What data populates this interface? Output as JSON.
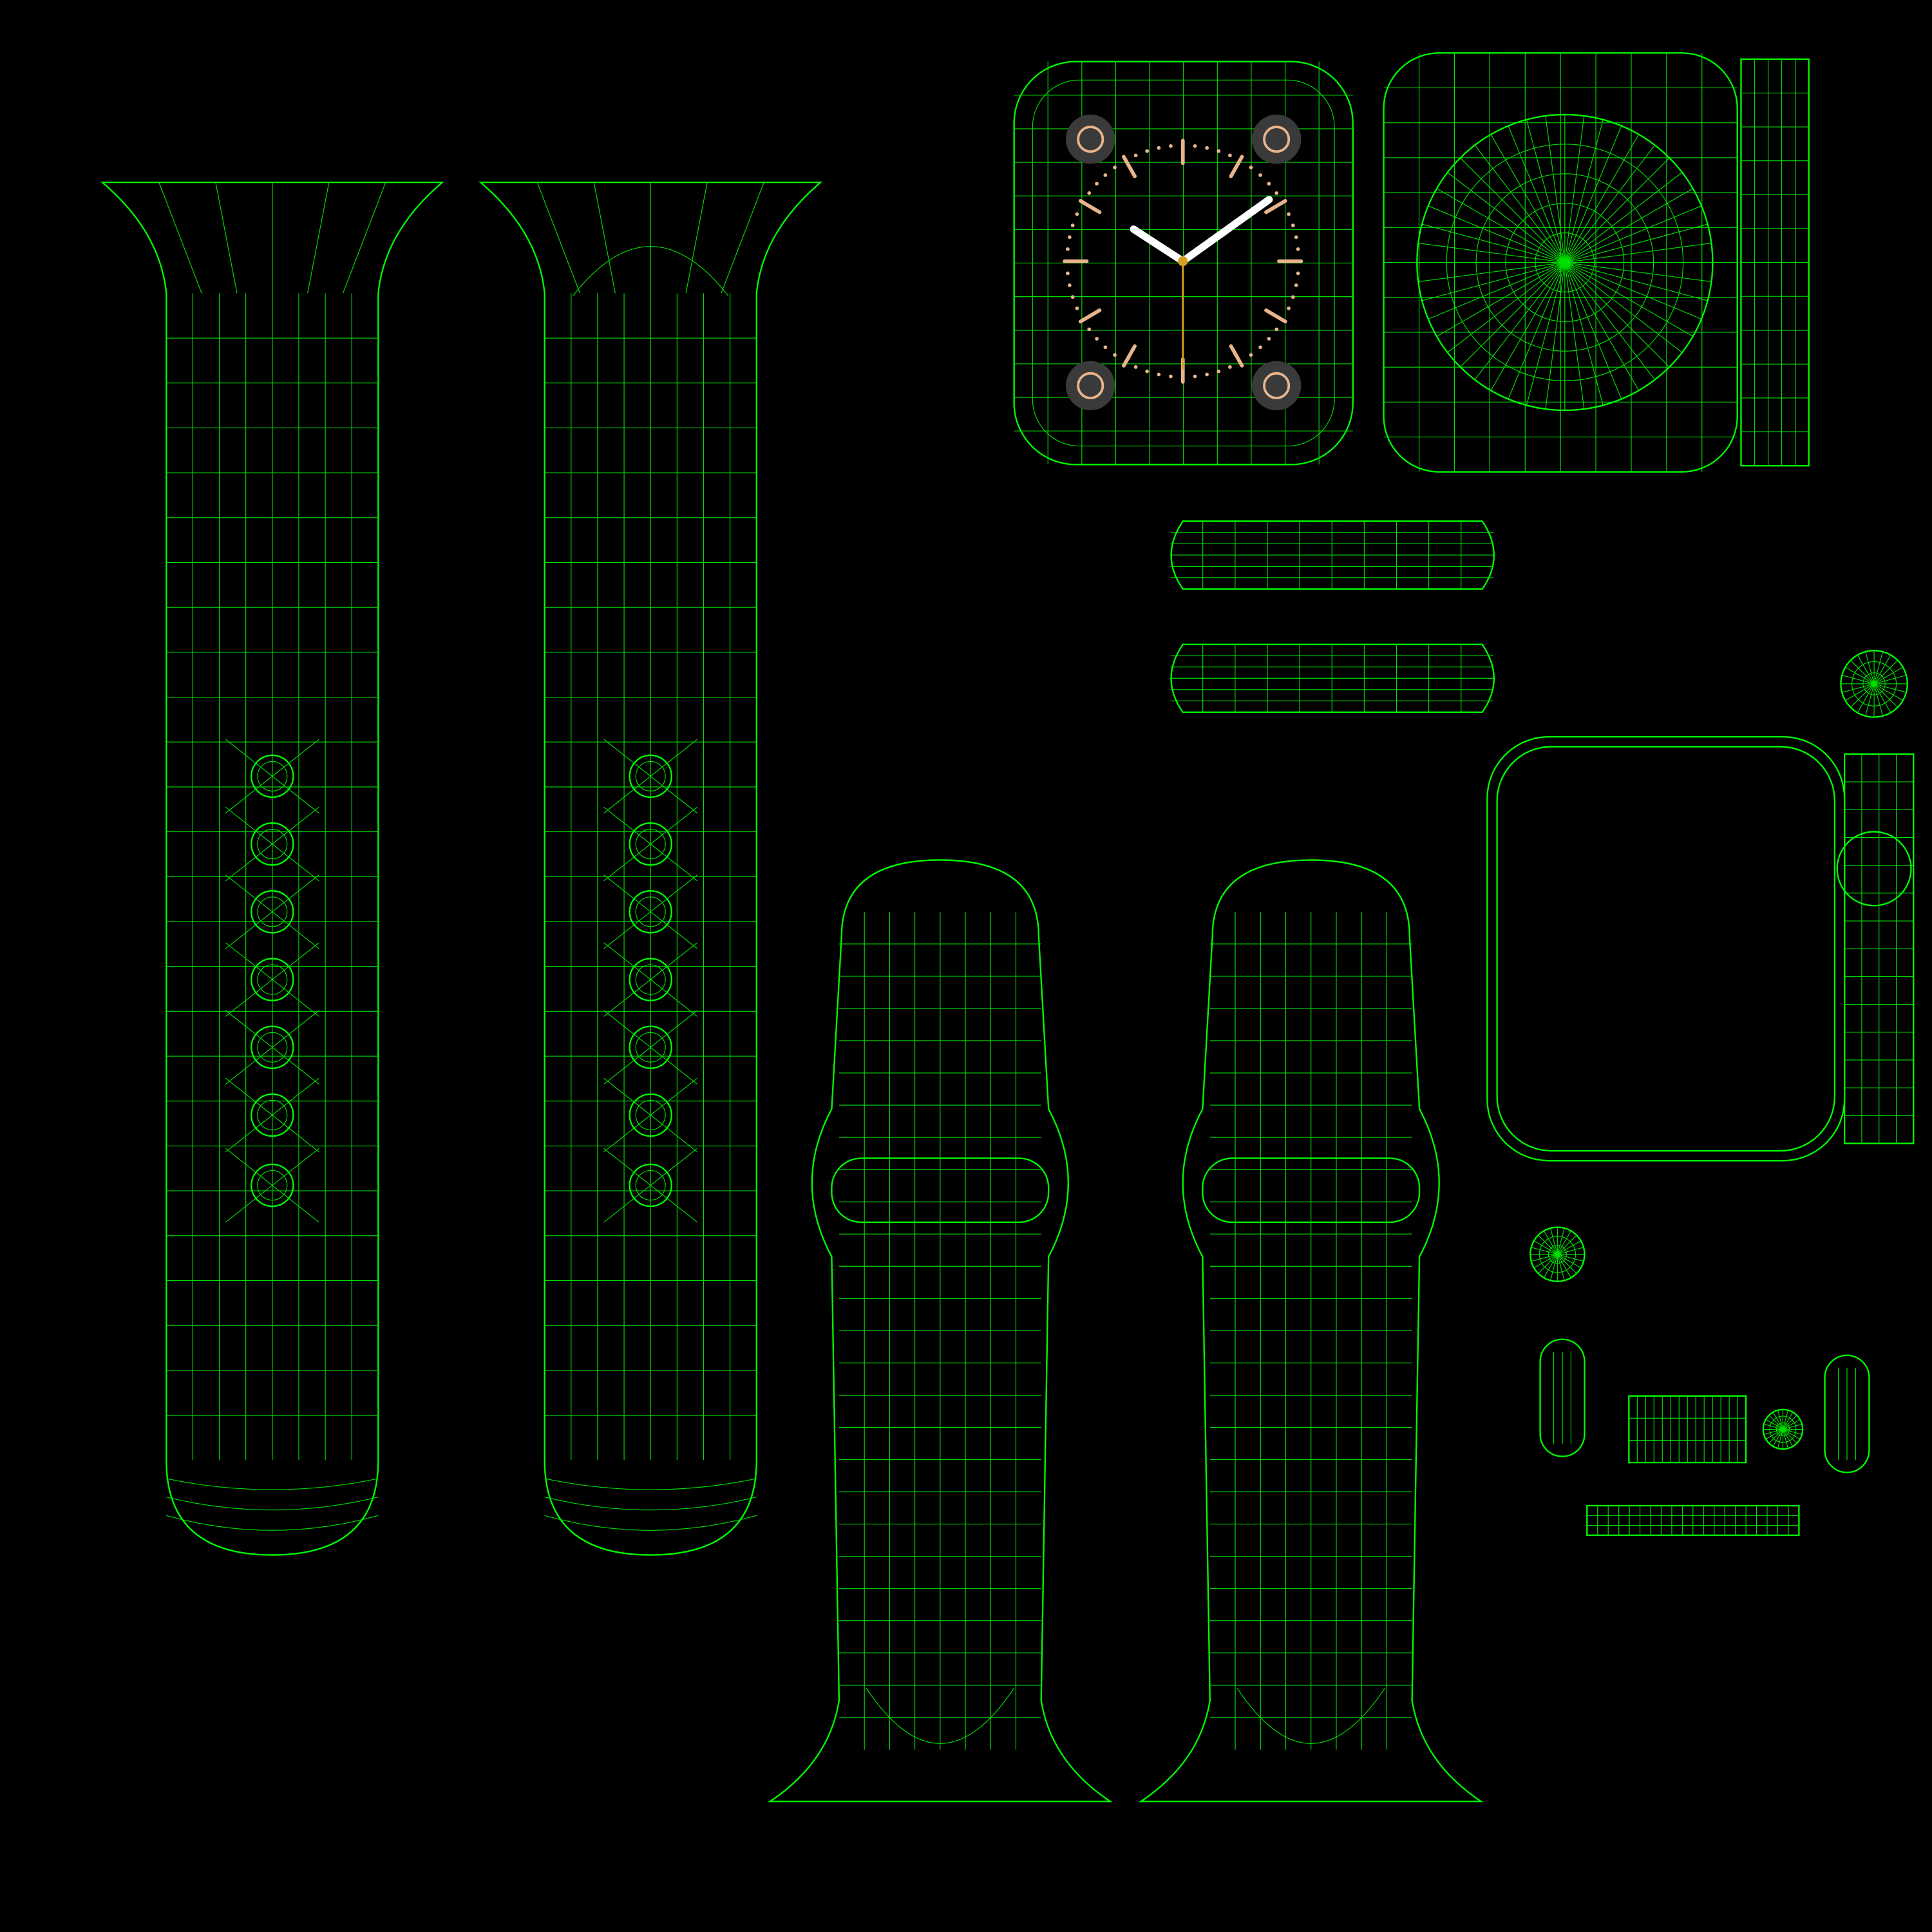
{
  "colors": {
    "background": "#000000",
    "wire": "#00e000",
    "outline": "#00ff00",
    "dial_marks": "#e8b48c",
    "hands": "#ffffff",
    "second_hand": "#d4a020",
    "complication_bg": "#3a3a3a"
  },
  "watch_face": {
    "hour_hand_hours": 10,
    "minute_minutes": 10,
    "second_seconds": 30
  }
}
